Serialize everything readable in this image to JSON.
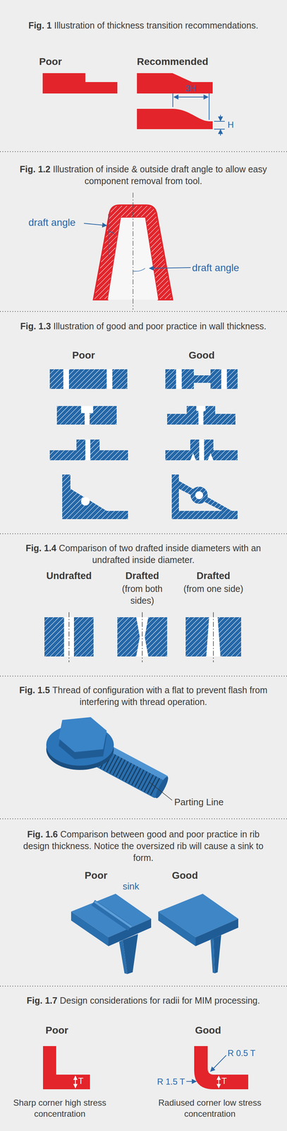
{
  "diagram": {
    "labels": [
      "Fig. 1",
      "Illustration of thickness transition recommendations.",
      "Poor",
      "Recommended",
      "3H",
      "H",
      "Fig. 1.2",
      "Illustration of inside & outside draft angle to allow easy component removal from tool.",
      "draft angle",
      "draft angle",
      "Fig. 1.3",
      "Illustration of good and poor practice in wall thickness.",
      "Poor",
      "Good",
      "Fig. 1.4",
      "Comparison of two drafted inside diameters with an undrafted inside diameter.",
      "Undrafted",
      "Drafted",
      "(from both sides)",
      "Drafted",
      "(from one side)",
      "Fig. 1.5",
      "Thread of configuration with a flat to prevent flash from interfering with thread operation.",
      "Parting Line",
      "Fig. 1.6",
      "Comparison between good and poor practice in rib design thickness. Notice the oversized rib will cause a sink to form.",
      "Poor",
      "sink",
      "Good",
      "Fig. 1.7",
      "Design considerations for radii for MIM processing.",
      "Poor",
      "Good",
      "T",
      "R 1.5 T",
      "R 0.5 T",
      "T",
      "Sharp corner high stress concentration",
      "Radiused corner low stress concentration"
    ]
  }
}
